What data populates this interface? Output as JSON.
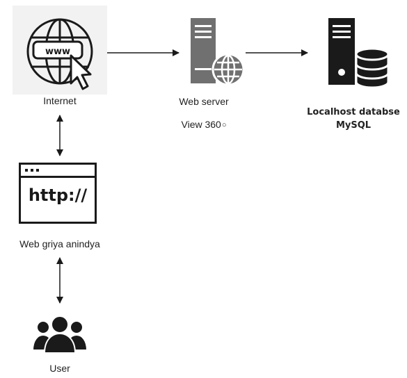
{
  "nodes": {
    "internet": {
      "label": "Internet",
      "icon": "globe-www-cursor-icon"
    },
    "web_server": {
      "label": "Web server",
      "sublabel": "View 360",
      "icon": "server-globe-icon"
    },
    "database": {
      "label_line1": "Localhost databse",
      "label_line2": "MySQL",
      "icon": "database-server-icon"
    },
    "web_app": {
      "label": "Web griya anindya",
      "browser_text": "http://",
      "icon": "browser-window-icon"
    },
    "user": {
      "label": "User",
      "icon": "users-group-icon"
    }
  },
  "colors": {
    "ink": "#1a1a1a",
    "server_gray": "#707070",
    "text": "#222222"
  }
}
